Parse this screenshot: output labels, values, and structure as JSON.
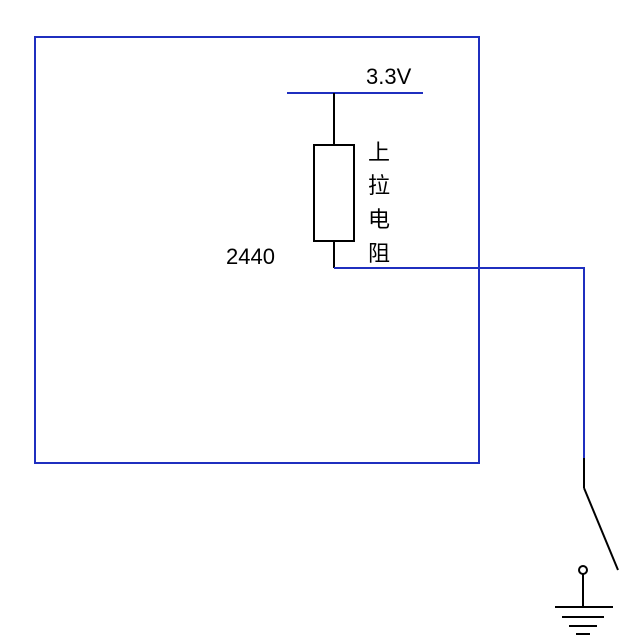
{
  "diagram": {
    "supply_label": "3.3V",
    "chip_label": "2440",
    "resistor_label_chars": [
      "上",
      "拉",
      "电",
      "阻"
    ],
    "colors": {
      "wire": "#1f2fbf",
      "component": "#000000",
      "background": "#ffffff"
    }
  }
}
